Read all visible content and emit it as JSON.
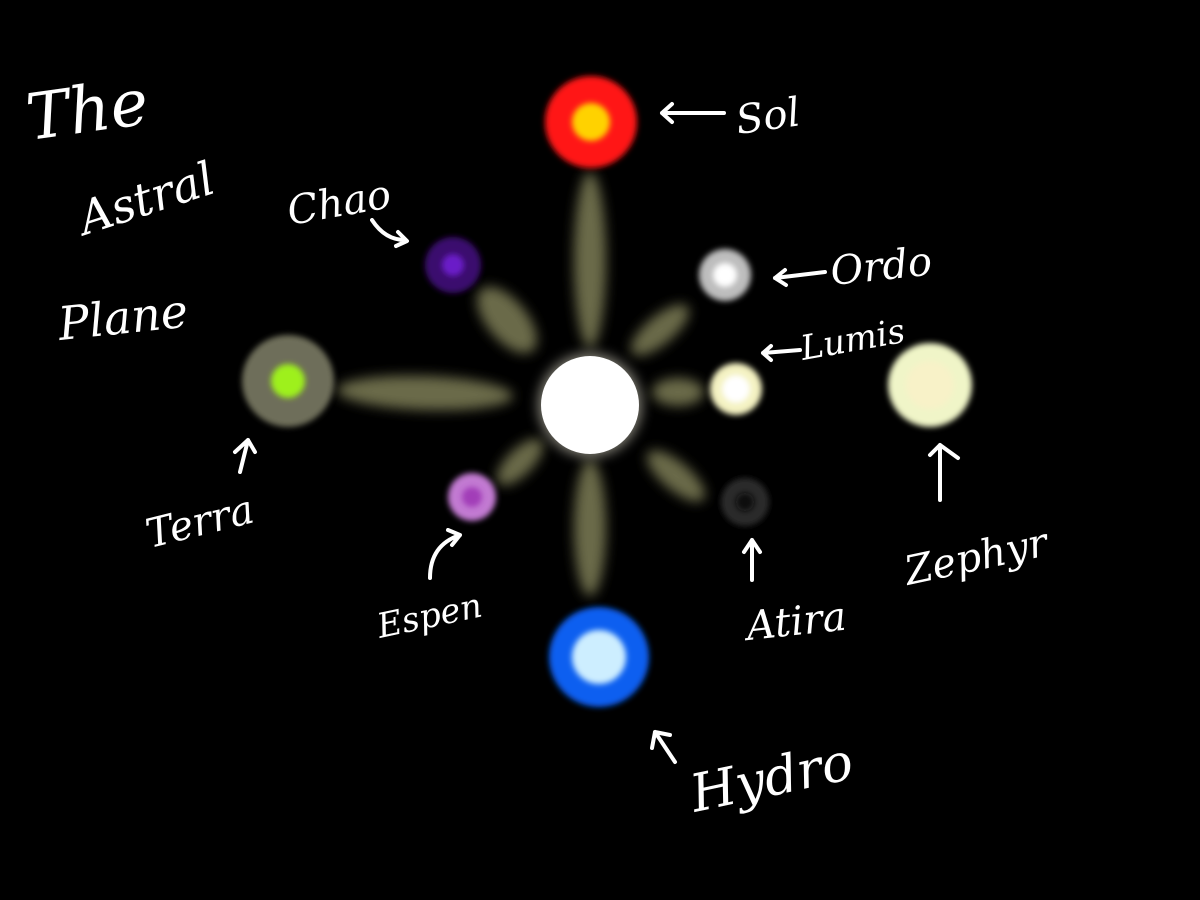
{
  "title": {
    "line1": "The",
    "line2": "Astral",
    "line3": "Plane"
  },
  "center": {
    "color": "#ffffff"
  },
  "spoke_color": "#6b6a48",
  "bodies": [
    {
      "id": "sol",
      "label": "Sol",
      "outer": "#ff1414",
      "inner": "#ffd200"
    },
    {
      "id": "chao",
      "label": "Chao",
      "outer": "#3a0f6e",
      "inner": "#6a1ec8"
    },
    {
      "id": "ordo",
      "label": "Ordo",
      "outer": "#bdbdbd",
      "inner": "#ffffff"
    },
    {
      "id": "lumis",
      "label": "Lumis",
      "outer": "#f4f2c2",
      "inner": "#ffffff"
    },
    {
      "id": "zephyr",
      "label": "Zephyr",
      "outer": "#f0f5c8",
      "inner": "#f8f2c8"
    },
    {
      "id": "terra",
      "label": "Terra",
      "outer": "#6e6e5a",
      "inner": "#9ef01a"
    },
    {
      "id": "espen",
      "label": "Espen",
      "outer": "#c27ad2",
      "inner": "#a23cb8"
    },
    {
      "id": "atira",
      "label": "Atira",
      "outer": "#2a2a2a",
      "inner": "#0e0e0e"
    },
    {
      "id": "hydro",
      "label": "Hydro",
      "outer": "#0a5ef0",
      "inner": "#cdeeff"
    }
  ]
}
